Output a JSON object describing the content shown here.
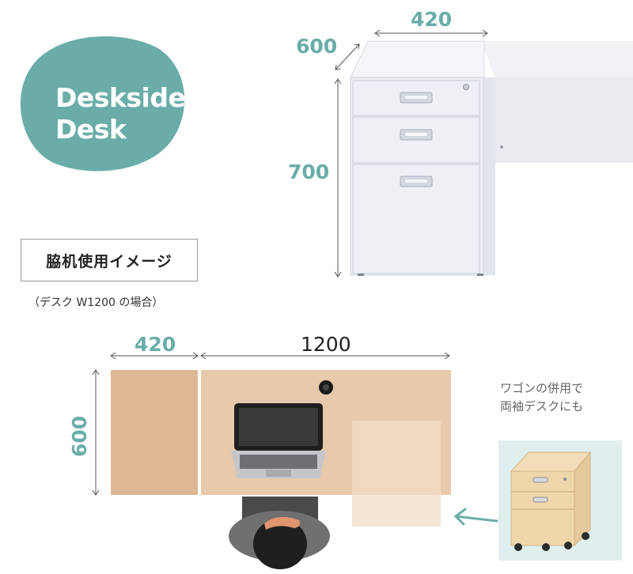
{
  "title": {
    "line1": "Deskside",
    "line2": "Desk"
  },
  "dimensions": {
    "cabinet_width": "420",
    "cabinet_depth": "600",
    "cabinet_height": "700",
    "plan_side_width": "420",
    "plan_desk_width": "1200",
    "plan_depth": "600"
  },
  "usage": {
    "heading": "脇机使用イメージ",
    "note": "（デスク W1200 の場合）"
  },
  "wagon_note": {
    "line1": "ワゴンの併用で",
    "line2": "両袖デスクにも"
  },
  "colors": {
    "teal": "#6aada8",
    "wood": "#e6c4a6",
    "wood_side": "#ddb893",
    "wagon_bg": "#dfefee",
    "cabinet": "#eceef3"
  }
}
